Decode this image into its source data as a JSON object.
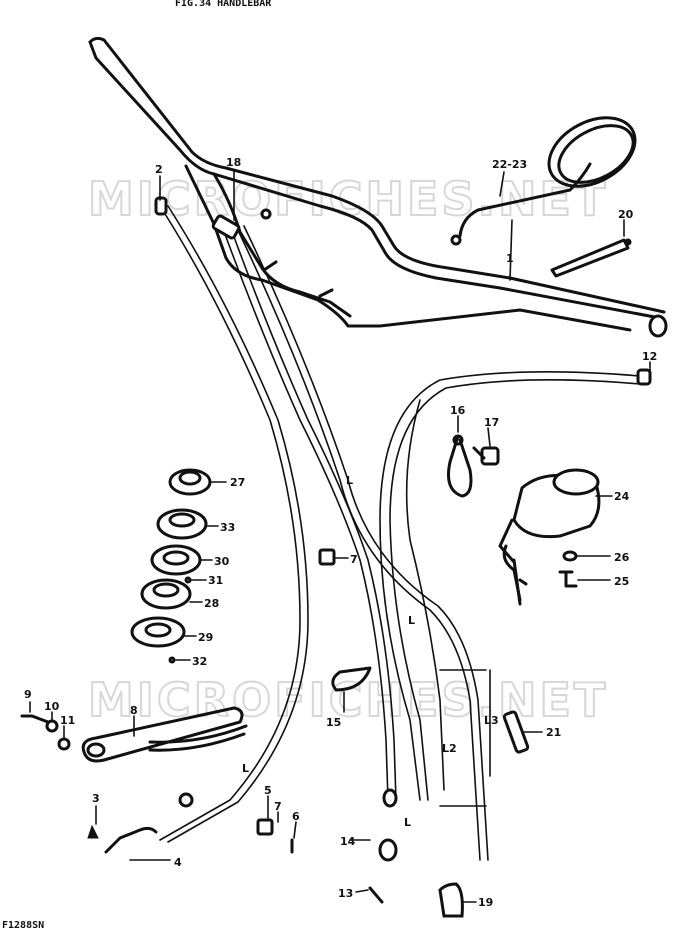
{
  "header": {
    "title": "FIG.34 HANDLEBAR"
  },
  "footer": {
    "code": "F1288SN"
  },
  "watermarks": [
    "MICROFICHES.NET",
    "MICROFICHES.NET"
  ],
  "labels": {
    "p1": "1",
    "p2": "2",
    "p3": "3",
    "p4": "4",
    "p5": "5",
    "p6": "6",
    "p7a": "7",
    "p7b": "7",
    "p8": "8",
    "p9": "9",
    "p10": "10",
    "p11": "11",
    "p12": "12",
    "p13": "13",
    "p14": "14",
    "p15": "15",
    "p16": "16",
    "p17": "17",
    "p18": "18",
    "p19": "19",
    "p20": "20",
    "p21": "21",
    "p22": "22-23",
    "p24": "24",
    "p25": "25",
    "p26": "26",
    "p27": "27",
    "p28": "28",
    "p29": "29",
    "p30": "30",
    "p31": "31",
    "p32": "32",
    "p33": "33"
  },
  "length_marks": {
    "l_main": "L",
    "l1": "L",
    "l2": "L2",
    "l3": "L3",
    "l4": "L",
    "l5": "L"
  }
}
